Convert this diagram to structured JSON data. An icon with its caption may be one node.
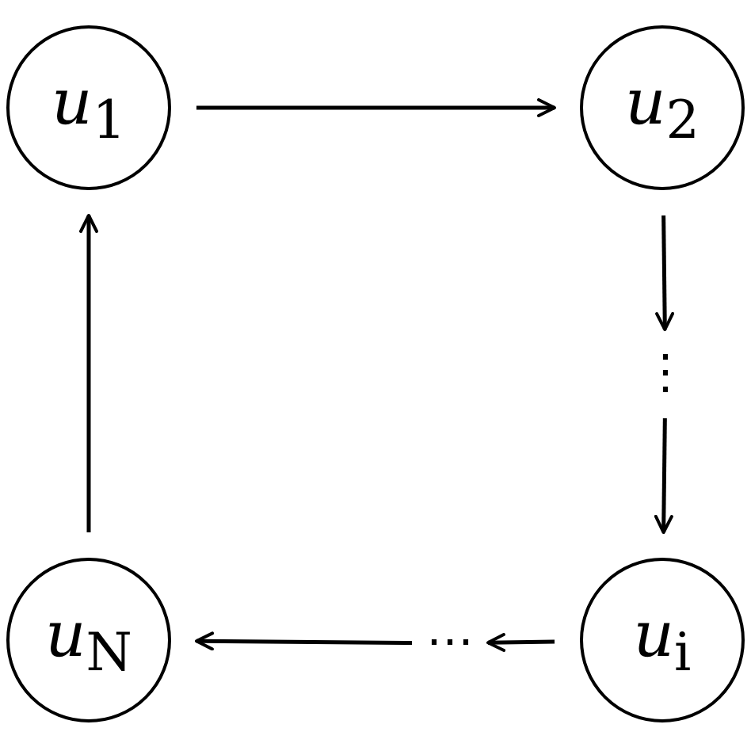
{
  "diagram": {
    "nodes": [
      {
        "text": [
          "*u*$_{1}$"
        ]
      },
      {
        "text": [
          "*u*$_{2}$"
        ]
      },
      {
        "text": [
          "⋮"
        ]
      },
      {
        "text": [
          "*u*$_{i}$"
        ]
      },
      {
        "text": [
          "⋯"
        ]
      },
      {
        "text": [
          "*u*$_{N}$"
        ]
      }
    ],
    "edges": [
      {
        "from": 0,
        "to": 1,
        "arrow": "to"
      },
      {
        "from": 1,
        "to": 2,
        "arrow": "to"
      },
      {
        "from": 2,
        "to": 3,
        "arrow": "to"
      },
      {
        "from": 3,
        "to": 4,
        "arrow": "to"
      },
      {
        "from": 4,
        "to": 5,
        "arrow": "to"
      },
      {
        "from": 5,
        "to": 0,
        "arrow": "to"
      }
    ]
  }
}
